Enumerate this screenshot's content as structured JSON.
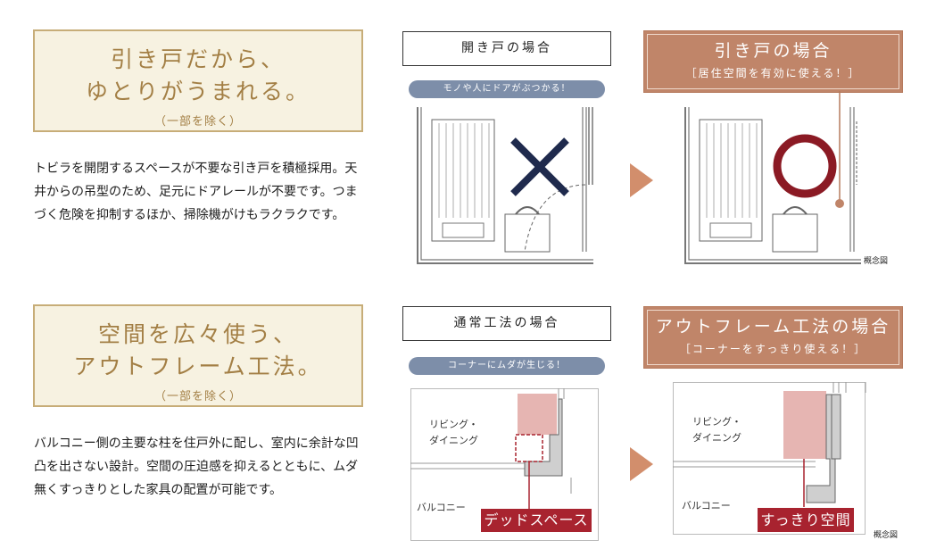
{
  "section1": {
    "title_line1": "引き戸だから、",
    "title_line2": "ゆとりがうまれる。",
    "note": "（一部を除く）",
    "description": "トビラを開閉するスペースが不要な引き戸を積極採用。天井からの吊型のため、足元にドアレールが不要です。つまづく危険を抑制するほか、掃除機がけもラクラクです。",
    "left_header": "開き戸の場合",
    "left_pill": "モノや人にドアがぶつかる！",
    "right_header": "引き戸の場合",
    "right_sub": "［居住空間を有効に使える！］",
    "caption": "概念図"
  },
  "section2": {
    "title_line1": "空間を広々使う、",
    "title_line2": "アウトフレーム工法。",
    "note": "（一部を除く）",
    "description": "バルコニー側の主要な柱を住戸外に配し、室内に余計な凹凸を出さない設計。空間の圧迫感を抑えるとともに、ムダ無くすっきりとした家具の配置が可能です。",
    "left_header": "通常工法の場合",
    "left_pill": "コーナーにムダが生じる！",
    "right_header": "アウトフレーム工法の場合",
    "right_sub": "［コーナーをすっきり使える！］",
    "room_label_1": "リビング・",
    "room_label_2": "ダイニング",
    "balcony_label": "バルコニー",
    "dead_space_label": "デッドスペース",
    "clean_space_label": "すっきり空間",
    "caption": "概念図"
  },
  "colors": {
    "title_bg": "#f7f2e1",
    "title_border": "#c7ad78",
    "title_text": "#a37f45",
    "brown_header": "#c08569",
    "pill": "#7d8ea9",
    "arrow": "#d28e6c",
    "cross": "#1f2a4d",
    "circle": "#8b1a24",
    "red_label": "#a8232f"
  }
}
